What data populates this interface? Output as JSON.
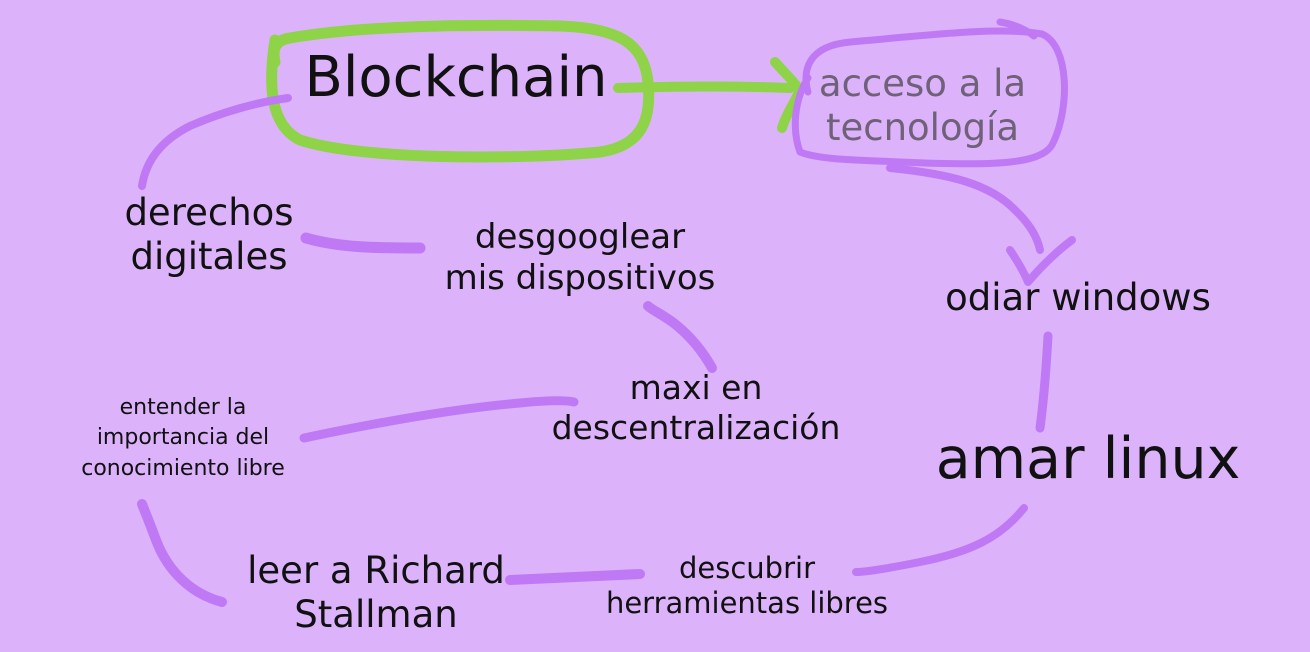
{
  "diagram": {
    "background_color": "#dcb3fb",
    "accent_green": "#8ed348",
    "stroke_purple": "#c079f5",
    "nodes": {
      "blockchain": [
        "Blockchain"
      ],
      "acceso": [
        "acceso a la",
        "tecnología"
      ],
      "derechos": [
        "derechos",
        "digitales"
      ],
      "desgooglear": [
        "desgooglear",
        "mis dispositivos"
      ],
      "odiar": [
        "odiar windows"
      ],
      "maxi": [
        "maxi en",
        "descentralización"
      ],
      "entender": [
        "entender la",
        "importancia del",
        "conocimiento libre"
      ],
      "amar": [
        "amar linux"
      ],
      "leer": [
        "leer a Richard",
        "Stallman"
      ],
      "descubrir": [
        "descubrir",
        "herramientas libres"
      ]
    }
  }
}
